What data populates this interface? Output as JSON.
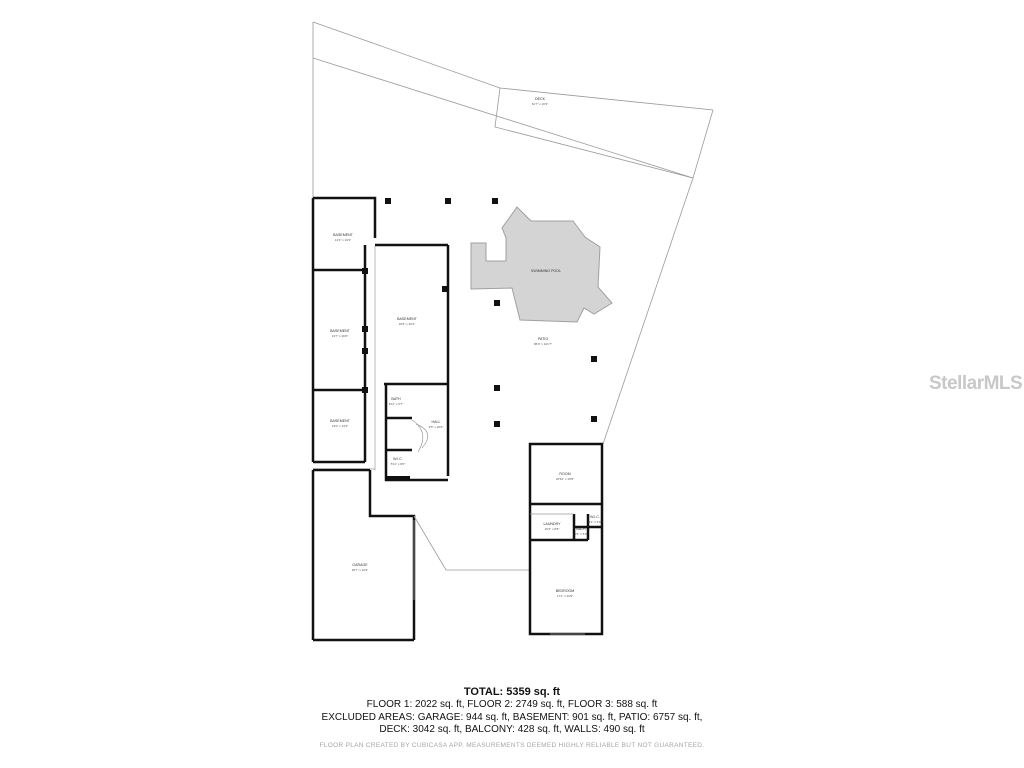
{
  "plan": {
    "rooms": [
      {
        "id": "deck",
        "label": "DECK",
        "dims": "61'7\" x 16'3\""
      },
      {
        "id": "swimming-pool",
        "label": "SWIMMING POOL",
        "dims": ""
      },
      {
        "id": "patio",
        "label": "PATIO",
        "dims": "86'4\" x 101'7\""
      },
      {
        "id": "basement-1",
        "label": "BASEMENT",
        "dims": "14'3\" x 19'3\""
      },
      {
        "id": "basement-2",
        "label": "BASEMENT",
        "dims": "13'7\" x 36'0\""
      },
      {
        "id": "basement-3",
        "label": "BASEMENT",
        "dims": "13'0\" x 13'3\""
      },
      {
        "id": "basement-4",
        "label": "BASEMENT",
        "dims": "20'6\" x 40'2\""
      },
      {
        "id": "bath-1",
        "label": "BATH",
        "dims": "8'11\" x 5'7\""
      },
      {
        "id": "hall",
        "label": "HALL",
        "dims": "9'5\" x 20'6\""
      },
      {
        "id": "wic",
        "label": "W.I.C.",
        "dims": "5'11\" x 8'0\""
      },
      {
        "id": "garage",
        "label": "GARAGE",
        "dims": "29'7\" x 42'9\""
      },
      {
        "id": "room",
        "label": "ROOM",
        "dims": "20'10\" x 15'8\""
      },
      {
        "id": "laundry",
        "label": "LAUNDRY",
        "dims": "10'3\" x 8'8\""
      },
      {
        "id": "bath-2",
        "label": "BATH",
        "dims": "6'6\" x 5'0\""
      },
      {
        "id": "wic-2",
        "label": "W.I.C.",
        "dims": "3'1\" x 5'0\""
      },
      {
        "id": "bedroom",
        "label": "BEDROOM",
        "dims": "17'1\" x 22'9\""
      }
    ]
  },
  "watermark": "StellarMLS",
  "summary": {
    "total": "TOTAL: 5359 sq. ft",
    "floors": "FLOOR 1: 2022 sq. ft, FLOOR 2: 2749 sq. ft, FLOOR 3: 588 sq. ft",
    "excluded_1": "EXCLUDED AREAS: GARAGE: 944 sq. ft, BASEMENT: 901 sq. ft, PATIO: 6757 sq. ft,",
    "excluded_2": "DECK: 3042 sq. ft, BALCONY: 428 sq. ft, WALLS: 490 sq. ft",
    "credit": "FLOOR PLAN CREATED BY CUBICASA APP. MEASUREMENTS DEEMED HIGHLY RELIABLE BUT NOT GUARANTEED."
  },
  "colors": {
    "wall": "#111111",
    "thin_line": "#9a9a9a",
    "pool_fill": "#d4d4d4",
    "watermark": "#c8c8c8"
  }
}
